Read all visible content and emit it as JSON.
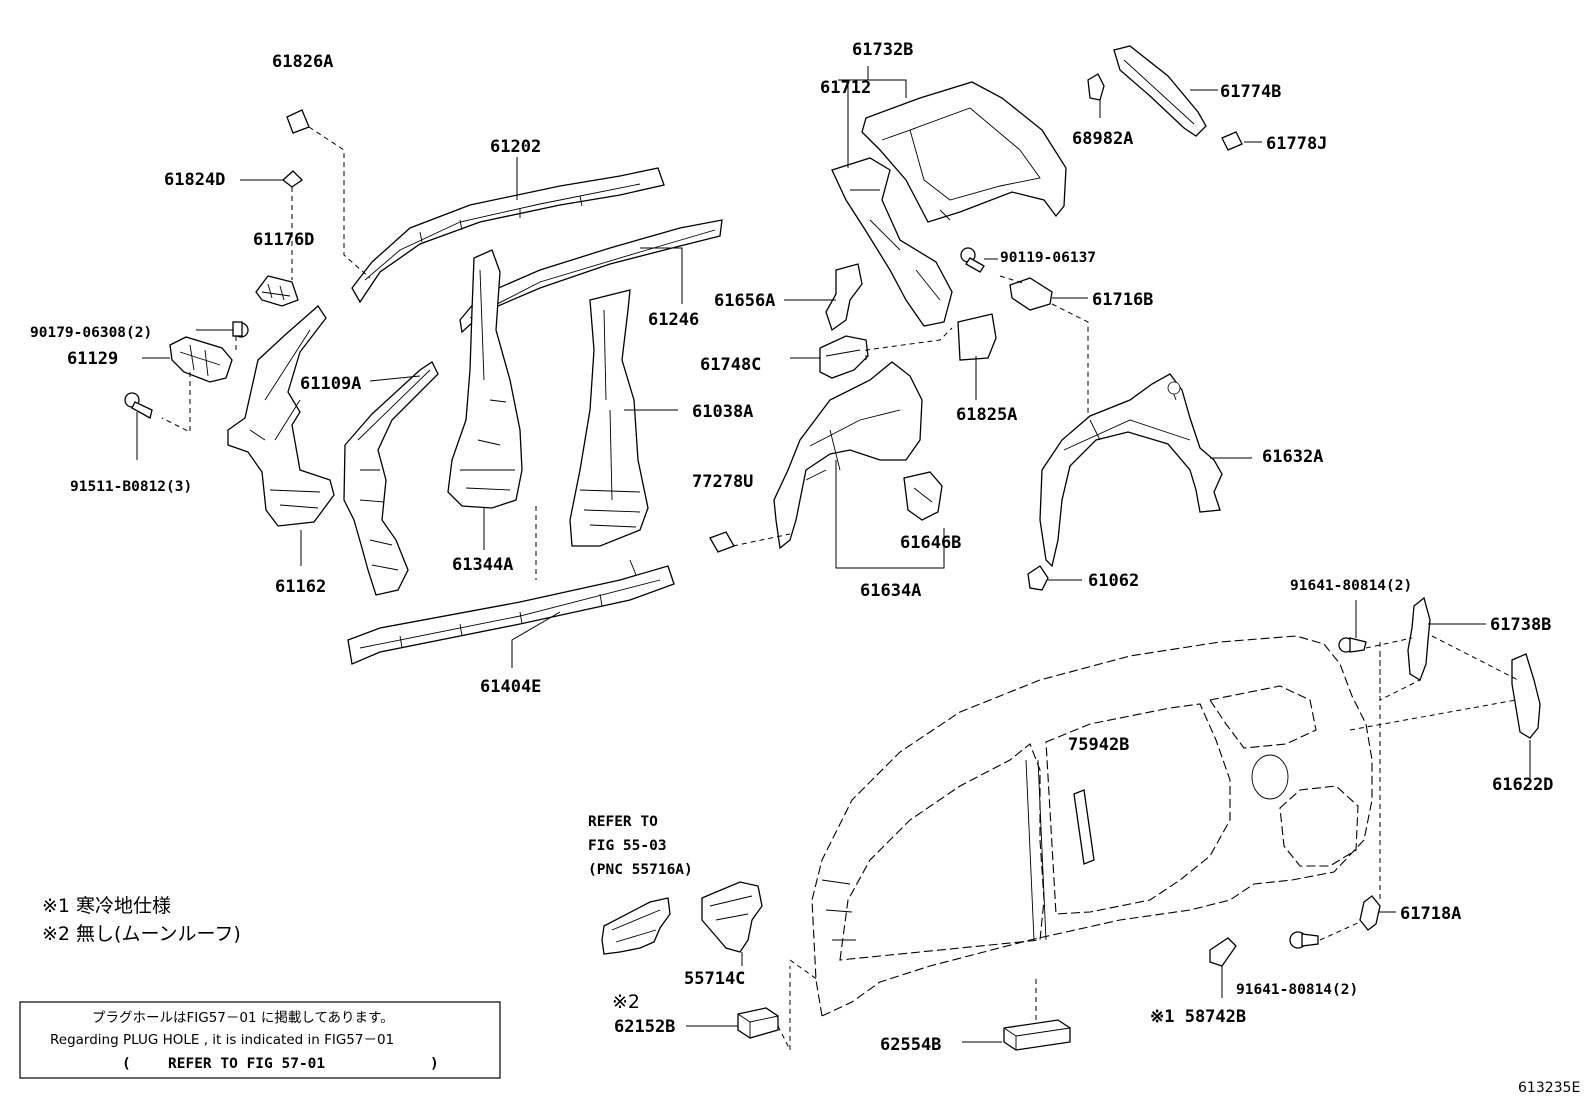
{
  "diagram": {
    "parts": {
      "p61826A": "61826A",
      "p61824D": "61824D",
      "p61176D": "61176D",
      "p90179": "90179-06308(2)",
      "p61129": "61129",
      "p91511": "91511-B0812(3)",
      "p61162": "61162",
      "p61109A": "61109A",
      "p61202": "61202",
      "p61246": "61246",
      "p61038A": "61038A",
      "p61344A": "61344A",
      "p61404E": "61404E",
      "p61732B": "61732B",
      "p61712": "61712",
      "p61656A": "61656A",
      "p61748C": "61748C",
      "p77278U": "77278U",
      "p61634A": "61634A",
      "p61646B": "61646B",
      "p61825A": "61825A",
      "p90119": "90119-06137",
      "p61716B": "61716B",
      "p68982A": "68982A",
      "p61774B": "61774B",
      "p61778J": "61778J",
      "p61632A": "61632A",
      "p61062": "61062",
      "p91641a": "91641-80814(2)",
      "p61738B": "61738B",
      "p61622D": "61622D",
      "p75942B": "75942B",
      "p61718A": "61718A",
      "p91641b": "91641-80814(2)",
      "p58742B": "※1 58742B",
      "p62554B": "62554B",
      "p62152B": "62152B",
      "p62152Bnote": "※2",
      "p55714C": "55714C"
    },
    "refer": {
      "line1": "REFER TO",
      "line2": "FIG 55-03",
      "line3": "(PNC 55716A)"
    },
    "legend": {
      "note1": "※1 寒冷地仕様",
      "note2": "※2 無し(ムーンルーフ)"
    },
    "notebox": {
      "line1": "プラグホールはFIG57－01 に掲載してあります。",
      "line2": "Regarding PLUG HOLE , it is indicated in FIG57－01",
      "line3_open": "(",
      "line3_text": "REFER TO FIG 57-01",
      "line3_close": ")"
    },
    "figure_id": "613235E"
  }
}
